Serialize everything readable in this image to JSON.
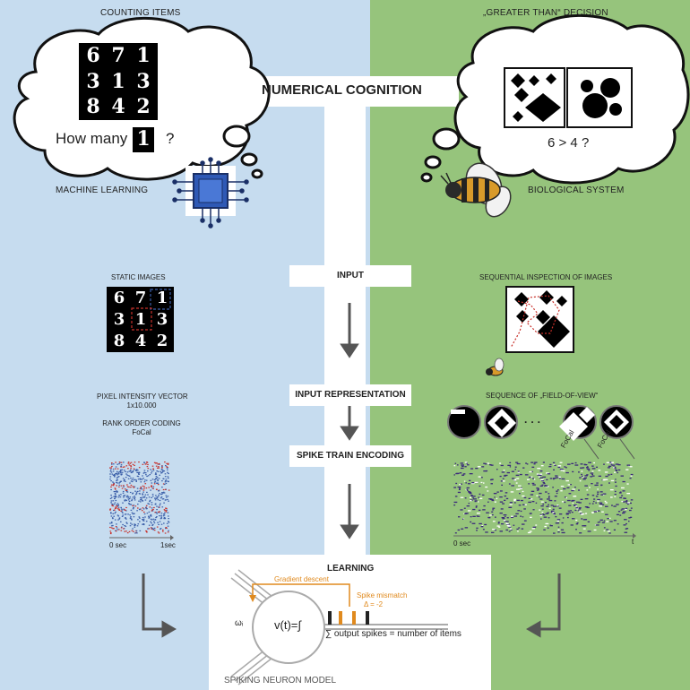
{
  "top": {
    "left_label": "COUNTING ITEMS",
    "right_label": "„GREATER THAN“ DECISION",
    "center_title": "NUMERICAL COGNITION",
    "how_many_prefix": "How many",
    "how_many_suffix": "?",
    "comparison": "6 > 4 ?",
    "machine_learning": "MACHINE LEARNING",
    "biological_system": "BIOLOGICAL SYSTEM"
  },
  "mnist_grid": [
    "6",
    "7",
    "1",
    "3",
    "1",
    "3",
    "8",
    "4",
    "2"
  ],
  "query_digit": "1",
  "stages": {
    "input": "INPUT",
    "input_representation": "INPUT REPRESENTATION",
    "spike_train_encoding": "SPIKE TRAIN ENCODING",
    "learning": "LEARNING"
  },
  "left_column": {
    "static_images": "STATIC IMAGES",
    "pixel_vector_title": "PIXEL INTENSITY VECTOR",
    "pixel_vector_size": "1x10.000",
    "rank_order_title": "RANK ORDER CODING",
    "rank_order_sub": "FoCal",
    "t0": "0 sec",
    "t1": "1sec"
  },
  "right_column": {
    "sequential_inspection": "SEQUENTIAL INSPECTION OF IMAGES",
    "fov_sequence": "SEQUENCE OF „FIELD-OF-VIEW“",
    "ellipsis": "·   ·   ·",
    "focal_a": "FoCal",
    "focal_b": "FoCal",
    "t0": "0 sec",
    "t_axis": "t"
  },
  "neuron": {
    "gradient_descent": "Gradient descent",
    "spike_mismatch": "Spike mismatch",
    "delta": "Δ = -2",
    "weight": "ωᵢ",
    "potential": "v(t)=∫",
    "output_rule": "∑ output spikes = number of items",
    "model_label": "SPIKING NEURON MODEL"
  },
  "colors": {
    "left_bg": "#c6dcef",
    "right_bg": "#96c47c",
    "accent_orange": "#e08a1e",
    "spike_blue": "#3a5ea8",
    "spike_red": "#c8302a",
    "spike_purple": "#3b2a7a"
  }
}
